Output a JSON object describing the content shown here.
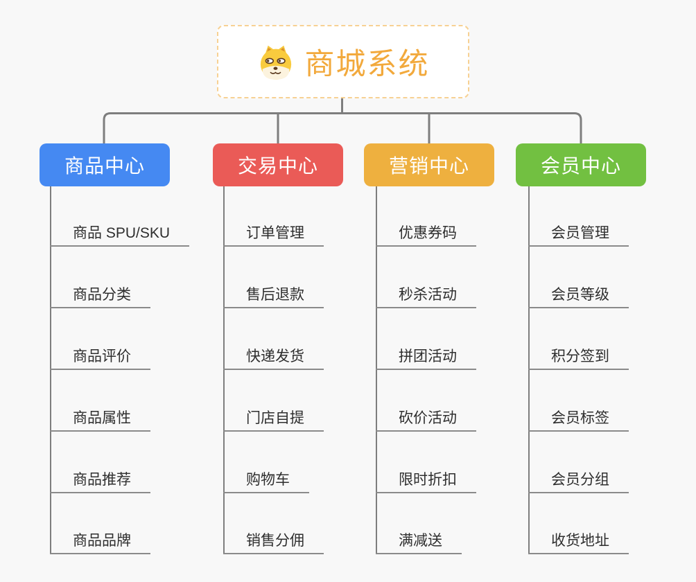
{
  "root": {
    "title": "商城系统",
    "icon": "dog-face-icon",
    "title_color": "#F2A93C",
    "border_color": "#F7D193",
    "background": "#FFFFFF"
  },
  "canvas": {
    "background_color": "#F8F8F8",
    "connector_color": "#7E7E7E",
    "underline_color": "#8A8A8A",
    "leaf_text_color": "#2E2E2E"
  },
  "branches": [
    {
      "label": "商品中心",
      "color": "#4589F2",
      "items": [
        "商品 SPU/SKU",
        "商品分类",
        "商品评价",
        "商品属性",
        "商品推荐",
        "商品品牌"
      ]
    },
    {
      "label": "交易中心",
      "color": "#EA5B57",
      "items": [
        "订单管理",
        "售后退款",
        "快递发货",
        "门店自提",
        "购物车",
        "销售分佣"
      ]
    },
    {
      "label": "营销中心",
      "color": "#EEB03F",
      "items": [
        "优惠券码",
        "秒杀活动",
        "拼团活动",
        "砍价活动",
        "限时折扣",
        "满减送"
      ]
    },
    {
      "label": "会员中心",
      "color": "#72C041",
      "items": [
        "会员管理",
        "会员等级",
        "积分签到",
        "会员标签",
        "会员分组",
        "收货地址"
      ]
    }
  ]
}
